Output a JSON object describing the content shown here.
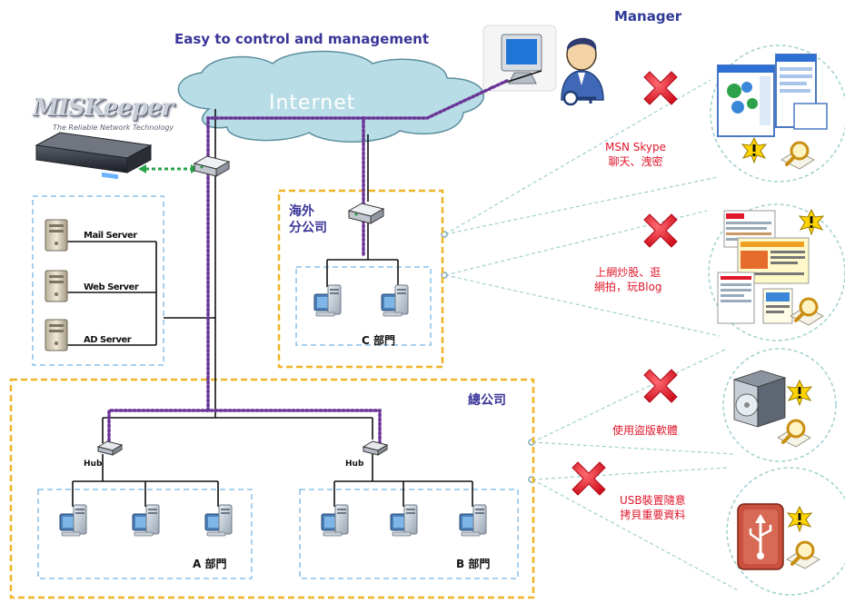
{
  "header": {
    "title": "Easy to control and management",
    "manager_label": "Manager"
  },
  "cloud": {
    "label": "Internet"
  },
  "brand": {
    "logo": "MISKeeper",
    "tagline": "The Reliable Network Technology"
  },
  "servers": [
    {
      "label": "Mail Server"
    },
    {
      "label": "Web Server"
    },
    {
      "label": "AD Server"
    }
  ],
  "branch_office": {
    "label": "海外\n分公司",
    "department": "C 部門"
  },
  "headquarters": {
    "label": "總公司",
    "hubs": [
      "Hub",
      "Hub"
    ],
    "departments": [
      "A 部門",
      "B 部門"
    ]
  },
  "blocked_items": [
    {
      "label": "MSN Skype\n聊天、洩密"
    },
    {
      "label": "上網炒股、逛\n網拍，玩Blog"
    },
    {
      "label": "使用盜版軟體"
    },
    {
      "label": "USB裝置隨意\n拷貝重要資料"
    }
  ],
  "colors": {
    "title": "#3b3598",
    "blocked_text": "#e0162b",
    "x_mark": "#e0162b",
    "cloud": "#b9dde6",
    "zone_border": "#f0b428",
    "group_border": "#8cc1e8",
    "monitor_path": "#6a3596",
    "mirror_link": "#2aa34a",
    "callout_line": "#9fd0cf"
  },
  "icons": [
    "cloud",
    "manager-person-icon",
    "key-icon",
    "monitor-icon",
    "firewall-appliance-icon",
    "switch-icon",
    "server-icon",
    "desktop-pc-icon",
    "hub-icon",
    "x-mark-icon",
    "warning-sign-icon",
    "magnifier-icon",
    "software-box-icon",
    "usb-drive-icon"
  ]
}
